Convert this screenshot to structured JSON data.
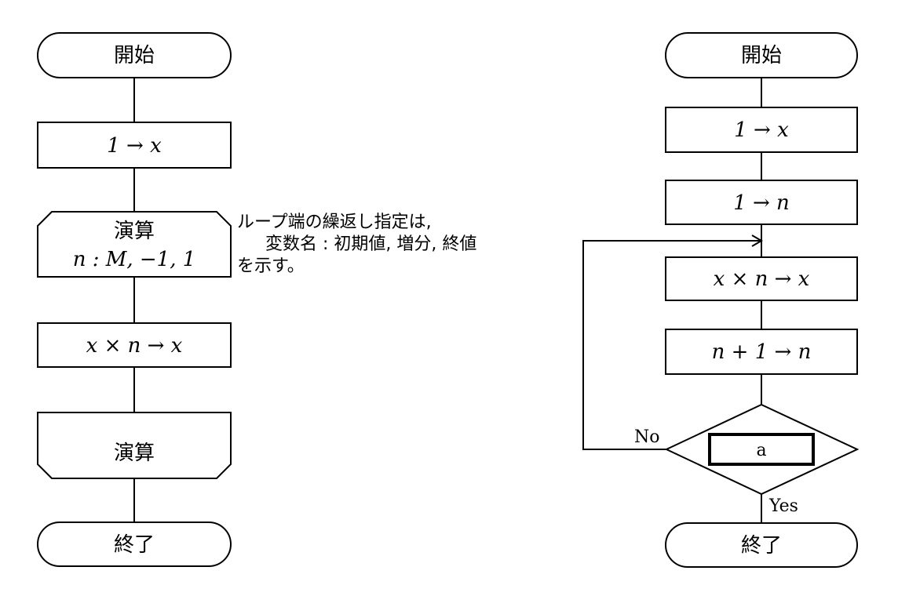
{
  "left_flow": {
    "start": "開始",
    "init": "1 → x",
    "loop_start_name": "演算",
    "loop_spec": "n : M, −1, 1",
    "process": "x × n → x",
    "loop_end_name": "演算",
    "end": "終了"
  },
  "note": {
    "line1": "ループ端の繰返し指定は,",
    "line2": "変数名 : 初期値, 増分, 終値",
    "line3": "を示す。"
  },
  "right_flow": {
    "start": "開始",
    "init_x": "1 → x",
    "init_n": "1 → n",
    "process": "x × n → x",
    "increment": "n + 1 → n",
    "condition": "a",
    "no_label": "No",
    "yes_label": "Yes",
    "end": "終了"
  }
}
